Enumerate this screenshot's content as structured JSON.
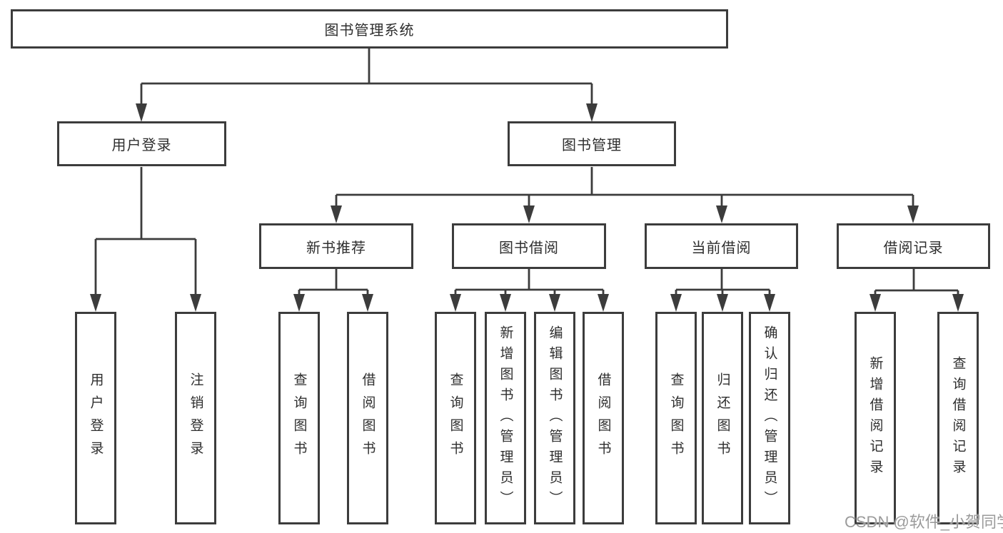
{
  "watermark": "CSDN @软件_小贺同学",
  "colors": {
    "background": "#ffffff",
    "line": "#3c3c3c",
    "box_border": "#3c3c3c",
    "box_fill": "#ffffff",
    "text": "#2e2e2e",
    "watermark_text": "#9b9b9b"
  },
  "tree": {
    "root": "图书管理系统",
    "branches": [
      {
        "label": "用户登录",
        "children": [
          "用户登录",
          "注销登录"
        ]
      },
      {
        "label": "图书管理",
        "children": [
          {
            "label": "新书推荐",
            "children": [
              "查询图书",
              "借阅图书"
            ]
          },
          {
            "label": "图书借阅",
            "children": [
              "查询图书",
              "新增图书（管理员）",
              "编辑图书（管理员）",
              "借阅图书"
            ]
          },
          {
            "label": "当前借阅",
            "children": [
              "查询图书",
              "归还图书",
              "确认归还（管理员）"
            ]
          },
          {
            "label": "借阅记录",
            "children": [
              "新增借阅记录",
              "查询借阅记录"
            ]
          }
        ]
      }
    ]
  }
}
